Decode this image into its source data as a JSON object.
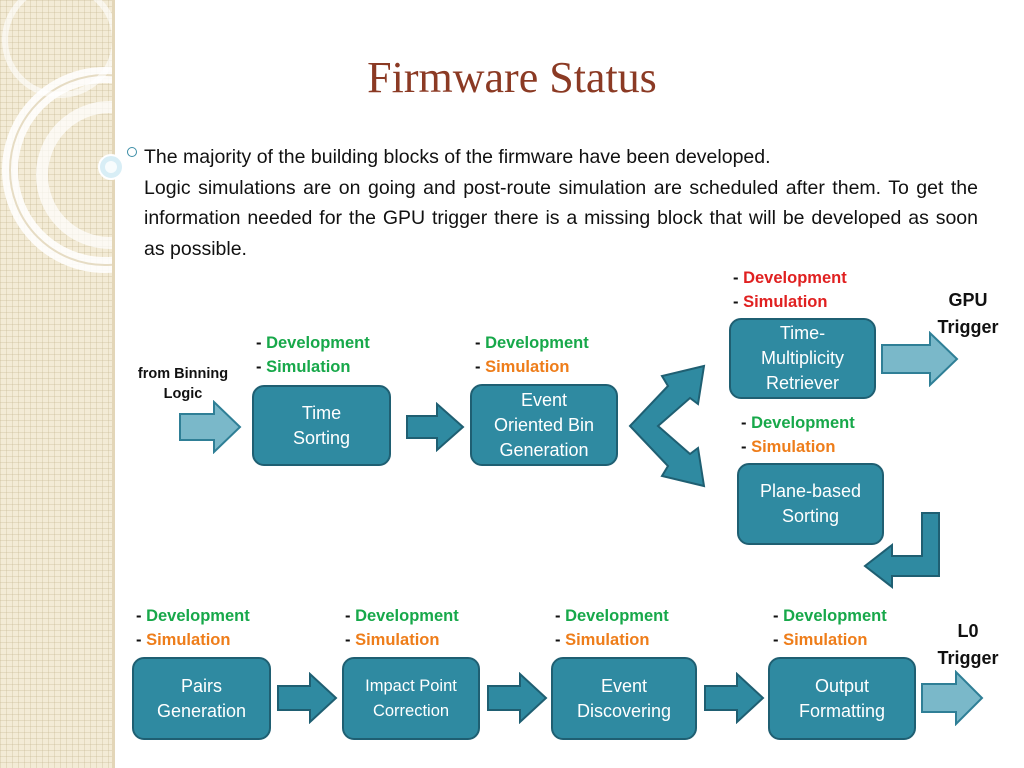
{
  "slide": {
    "title": "Firmware Status",
    "bullet": {
      "line1": "The majority of the building blocks of the firmware have been developed.",
      "line2": "Logic simulations are on going and post-route simulation are scheduled after them. To get the information needed for the GPU trigger there is a missing block that will be developed as soon as possible."
    }
  },
  "diagram": {
    "input_label": "from Binning\nLogic",
    "gpu_label": "GPU\nTrigger",
    "l0_label": "L0\nTrigger",
    "status_labels": {
      "dash": "-",
      "development": "Development",
      "simulation": "Simulation"
    },
    "blocks": {
      "time_sorting": "Time\nSorting",
      "event_oriented": "Event\nOriented Bin\nGeneration",
      "time_multiplicity": "Time-\nMultiplicity\nRetriever",
      "plane_based": "Plane-based\nSorting",
      "pairs_generation": "Pairs\nGeneration",
      "impact_point": "Impact Point\nCorrection",
      "event_discovering": "Event\nDiscovering",
      "output_formatting": "Output\nFormatting"
    },
    "colors": {
      "block_fill": "#2f8aa1",
      "development_done": "#17a84a",
      "development_pending": "#e02020",
      "simulation": "#ee7d1a",
      "title": "#8b3a24"
    }
  }
}
